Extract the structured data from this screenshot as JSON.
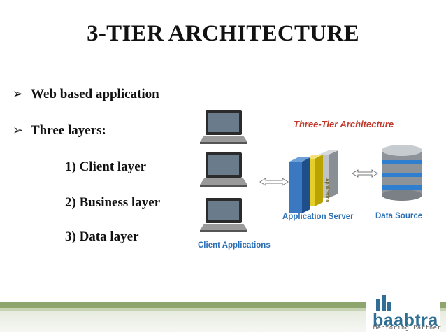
{
  "slide": {
    "title": "3-TIER ARCHITECTURE",
    "bullets": [
      "Web based application",
      "Three layers:"
    ],
    "layers": [
      "1) Client layer",
      "2) Business layer",
      "3) Data layer"
    ]
  },
  "diagram": {
    "title": "Three-Tier Architecture",
    "client_label": "Client Applications",
    "server_label": "Application Server",
    "data_label": "Data Source",
    "book_label": "Application"
  },
  "logo": {
    "word": "baabtra",
    "tagline": "Mentoring Partner"
  },
  "colors": {
    "heading": "#111111",
    "diagram_title": "#c0392b",
    "captions": "#2a6fb5",
    "footer_band": "#8ea56d",
    "logo": "#2f6f95"
  }
}
